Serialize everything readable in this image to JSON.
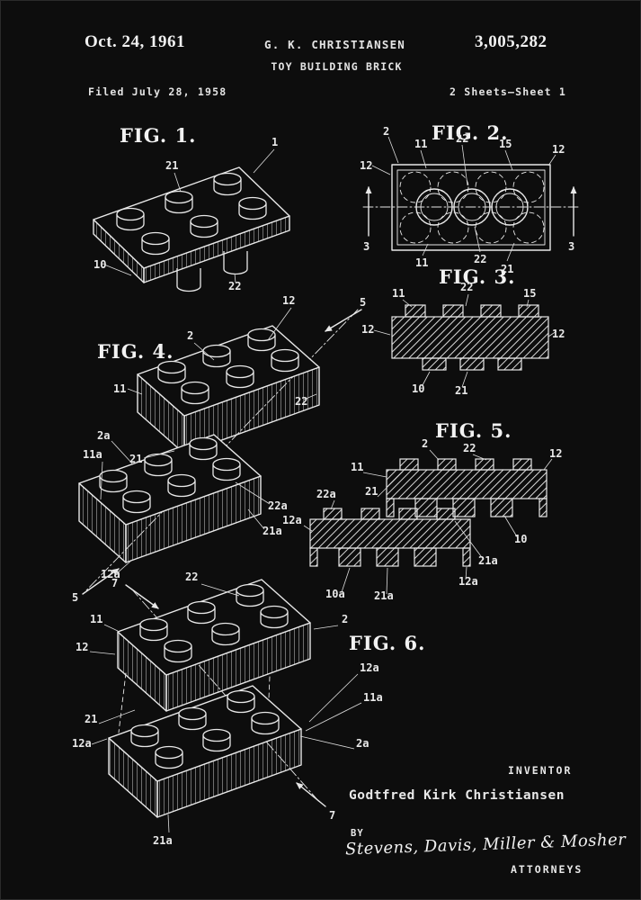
{
  "page": {
    "background": "#0d0d0d",
    "ink": "#e8e8e8"
  },
  "header": {
    "date": "Oct. 24, 1961",
    "author": "G. K. CHRISTIANSEN",
    "title": "TOY BUILDING BRICK",
    "patent_number": "3,005,282",
    "filed": "Filed July 28, 1958",
    "sheet_info": "2 Sheets—Sheet 1"
  },
  "figures": {
    "fig1": {
      "title": "FIG. 1.",
      "labels": [
        "1",
        "21",
        "10",
        "22"
      ]
    },
    "fig2": {
      "title": "FIG. 2.",
      "labels": [
        "2",
        "11",
        "22",
        "15",
        "12",
        "12",
        "3",
        "3",
        "11",
        "22",
        "21"
      ]
    },
    "fig3": {
      "title": "FIG. 3.",
      "labels": [
        "11",
        "22",
        "15",
        "12",
        "12",
        "10",
        "21"
      ]
    },
    "fig4": {
      "title": "FIG. 4.",
      "labels": [
        "12",
        "5",
        "2",
        "11",
        "22",
        "21",
        "2a",
        "11a",
        "22a",
        "21a",
        "12a",
        "5"
      ]
    },
    "fig5": {
      "title": "FIG. 5.",
      "labels": [
        "2",
        "22",
        "12",
        "11",
        "21",
        "22a",
        "12a",
        "10",
        "21a",
        "12a",
        "10a",
        "21a"
      ]
    },
    "fig6": {
      "title": "FIG. 6.",
      "labels": [
        "22",
        "11",
        "2",
        "12",
        "12a",
        "11a",
        "21",
        "12a",
        "2a",
        "21a",
        "7",
        "7"
      ]
    }
  },
  "footer": {
    "inventor_label": "INVENTOR",
    "inventor_name": "Godtfred Kirk Christiansen",
    "by_label": "BY",
    "signature": "Stevens, Davis, Miller & Mosher",
    "attorneys_label": "ATTORNEYS"
  }
}
